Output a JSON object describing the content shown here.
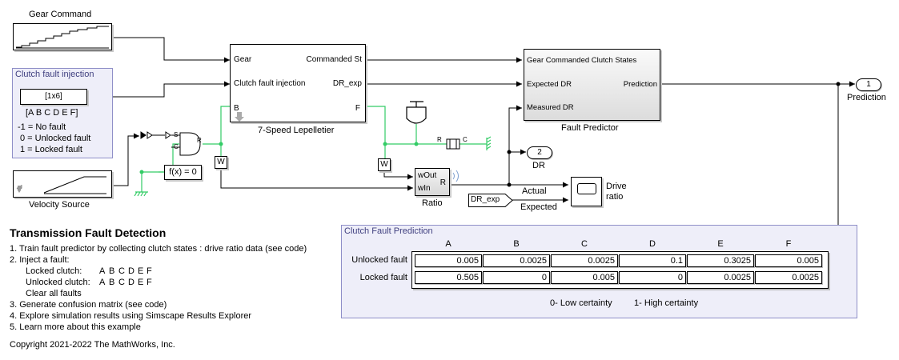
{
  "blocks": {
    "gear_command": {
      "title": "Gear Command"
    },
    "clutch_fault_injection": {
      "title": "Clutch fault injection",
      "constant": "[1x6]",
      "letters": "[A B C D E F]",
      "legend": [
        "-1 = No fault",
        "0 = Unlocked fault",
        "1 = Locked fault"
      ]
    },
    "velocity_source": {
      "title": "Velocity Source"
    },
    "lepelletier": {
      "title": "7-Speed Lepelletier",
      "in_gear": "Gear",
      "in_clutch": "Clutch fault injection",
      "out_cmd": "Commanded St",
      "out_dr": "DR_exp",
      "port_b": "B",
      "port_f": "F"
    },
    "fault_predictor": {
      "title": "Fault Predictor",
      "in_gear": "Gear Commanded Clutch States",
      "in_exp": "Expected DR",
      "in_meas": "Measured DR",
      "out": "Prediction"
    },
    "ratio": {
      "title": "Ratio",
      "in_wout": "wOut",
      "in_win": "wIn",
      "out_r": "R"
    },
    "sensor_w1": "W",
    "sensor_w2": "W",
    "fx": "f(x) = 0",
    "clutch_s": "S",
    "clutch_r": "R",
    "clutch_c": "C",
    "rot_r": "R",
    "rot_c": "C",
    "out1": {
      "num": "1",
      "label": "Prediction"
    },
    "out2": {
      "num": "2",
      "label": "DR"
    },
    "scope": {
      "title": "Drive ratio",
      "in_actual": "Actual",
      "in_expected": "Expected"
    },
    "from_tag": "DR_exp"
  },
  "fault_prediction": {
    "title": "Clutch Fault Prediction",
    "columns": [
      "A",
      "B",
      "C",
      "D",
      "E",
      "F"
    ],
    "rows": [
      {
        "label": "Unlocked fault",
        "values": [
          "0.005",
          "0.0025",
          "0.0025",
          "0.1",
          "0.3025",
          "0.005"
        ]
      },
      {
        "label": "Locked fault",
        "values": [
          "0.505",
          "0",
          "0.005",
          "0",
          "0.0025",
          "0.0025"
        ]
      }
    ],
    "legend_low": "0- Low certainty",
    "legend_high": "1- High certainty"
  },
  "instructions": {
    "title": "Transmission Fault Detection",
    "step1": "1. Train fault predictor by collecting clutch states : drive ratio data (see code)",
    "step2": "2. Inject a fault:",
    "locked_label": "Locked clutch:",
    "unlocked_label": "Unlocked clutch:",
    "letters": [
      "A",
      "B",
      "C",
      "D",
      "E",
      "F"
    ],
    "clear": "Clear all faults",
    "step3": "3. Generate confusion matrix (see code)",
    "step4": "4. Explore simulation results using Simscape Results Explorer",
    "step5": "5. Learn more about this example",
    "copyright": "Copyright 2021-2022 The MathWorks, Inc."
  },
  "colors": {
    "physical_line": "#33cc66",
    "area_fill": "#eeeef9",
    "area_border": "#8f8fc8"
  }
}
